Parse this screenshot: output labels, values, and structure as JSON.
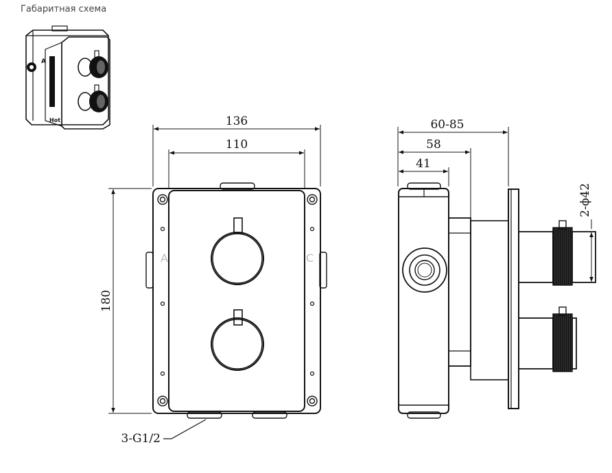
{
  "caption": "Габаритная схема",
  "dimensions": {
    "width_outer": "136",
    "width_inner": "110",
    "height": "180",
    "depth_range": "60-85",
    "depth_58": "58",
    "depth_41": "41",
    "outlet_diameter": "2-ϕ42",
    "connections": "3-G1/2"
  },
  "plate_letters": {
    "left": "A",
    "right": "C"
  },
  "iso_labels": {
    "a": "A",
    "hot": "Hot"
  }
}
